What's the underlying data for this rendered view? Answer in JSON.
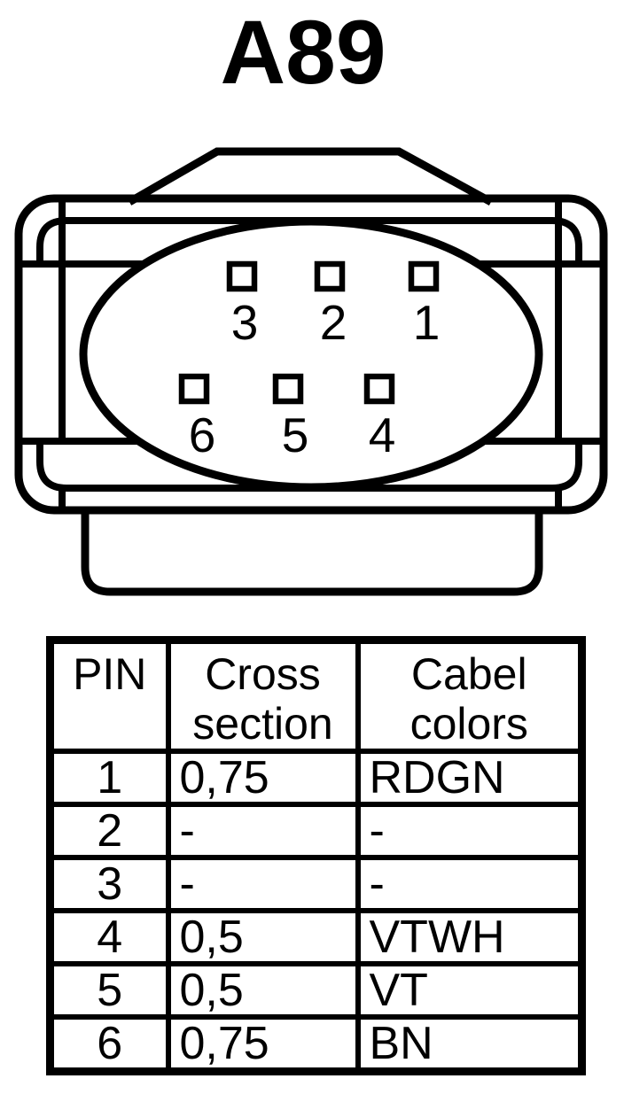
{
  "title": "A89",
  "colors": {
    "line": "#000000",
    "background": "#ffffff"
  },
  "connector": {
    "pins_top": [
      "3",
      "2",
      "1"
    ],
    "pins_bottom": [
      "6",
      "5",
      "4"
    ]
  },
  "table": {
    "headers": [
      {
        "line1": "PIN",
        "line2": ""
      },
      {
        "line1": "Cross",
        "line2": "section"
      },
      {
        "line1": "Cabel",
        "line2": "colors"
      }
    ],
    "rows": [
      {
        "pin": "1",
        "cross": "0,75",
        "color": "RDGN"
      },
      {
        "pin": "2",
        "cross": "-",
        "color": "-"
      },
      {
        "pin": "3",
        "cross": "-",
        "color": "-"
      },
      {
        "pin": "4",
        "cross": "0,5",
        "color": "VTWH"
      },
      {
        "pin": "5",
        "cross": "0,5",
        "color": "VT"
      },
      {
        "pin": "6",
        "cross": "0,75",
        "color": "BN"
      }
    ]
  }
}
